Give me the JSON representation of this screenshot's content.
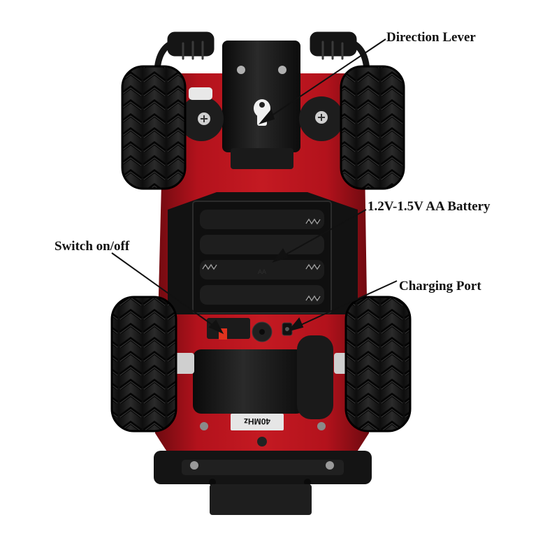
{
  "annotations": {
    "direction_lever": "Direction Lever",
    "battery": "1.2V-1.5V AA Battery",
    "switch": "Switch on/off",
    "charging_port": "Charging Port"
  },
  "labels": {
    "battery_holder_mark": "AA",
    "antenna_module": "40MHz"
  },
  "colors": {
    "body_red": "#b3121c",
    "chassis_black": "#141414",
    "tire_black": "#1b1b1b",
    "switch_red": "#e0321e"
  }
}
